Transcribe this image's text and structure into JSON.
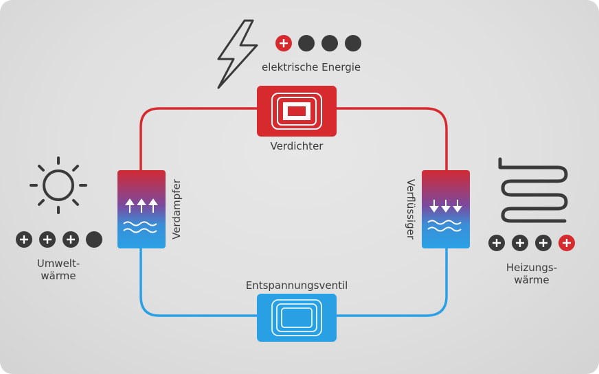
{
  "labels": {
    "energy": "elektrische Energie",
    "compressor": "Verdichter",
    "evaporator": "Verdampfer",
    "condenser": "Verflüssiger",
    "expansion_valve": "Entspannungsventil",
    "ambient_line1": "Umwelt-",
    "ambient_line2": "wärme",
    "heating_line1": "Heizungs-",
    "heating_line2": "wärme"
  },
  "icons": {
    "energy": "lightning-bolt",
    "ambient": "sun",
    "heating": "heating-coil"
  },
  "dot_rows": {
    "energy": [
      "plus-red",
      "dark",
      "dark",
      "dark"
    ],
    "ambient": [
      "plus-dark",
      "plus-dark",
      "plus-dark",
      "dark"
    ],
    "heating": [
      "plus-dark",
      "plus-dark",
      "plus-dark",
      "plus-red"
    ]
  },
  "colors": {
    "hot": "#d62a2f",
    "cold": "#2aa0e4",
    "dark": "#3a3a3a",
    "plus_red": "#d62a2f"
  }
}
